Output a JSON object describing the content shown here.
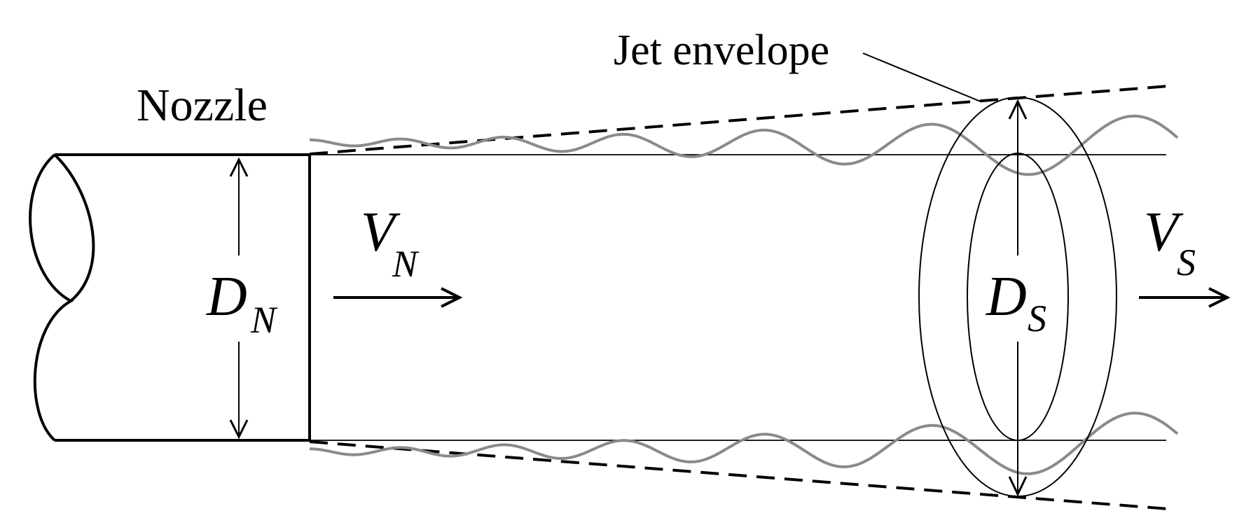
{
  "labels": {
    "nozzle": "Nozzle",
    "jet_envelope": "Jet envelope",
    "dn_main": "D",
    "dn_sub": "N",
    "vn_main": "V",
    "vn_sub": "N",
    "ds_main": "D",
    "ds_sub": "S",
    "vs_main": "V",
    "vs_sub": "S"
  },
  "colors": {
    "ink": "#000000",
    "wave": "#8a8a8a",
    "background": "#ffffff"
  }
}
